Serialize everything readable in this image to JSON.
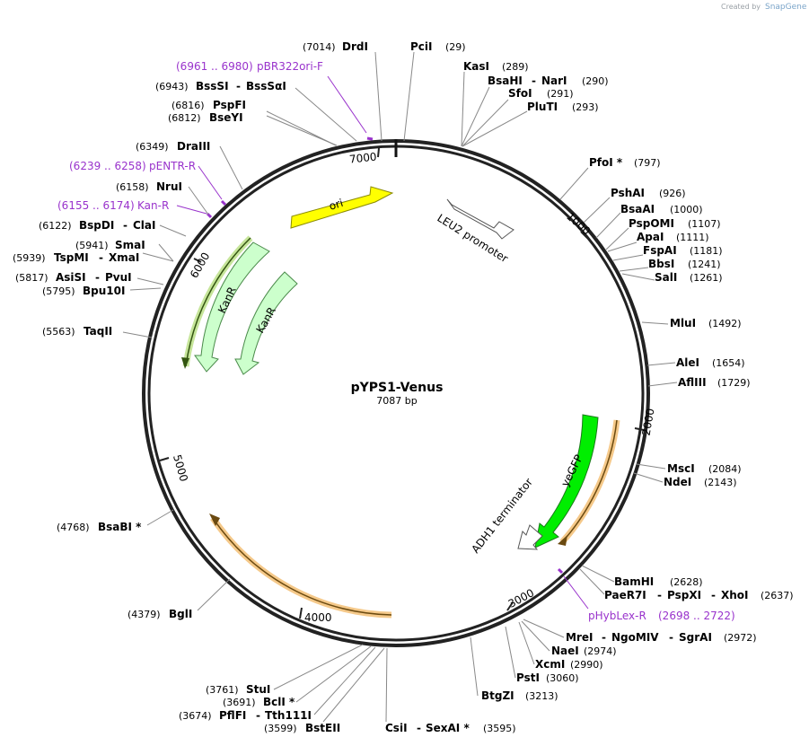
{
  "credit": {
    "prefix": "Created by",
    "brand": "SnapGene"
  },
  "plasmid": {
    "name": "pYPS1-Venus",
    "size_label": "7087 bp",
    "length": 7087
  },
  "tick_labels": [
    "1000",
    "2000",
    "3000",
    "4000",
    "5000",
    "6000",
    "7000"
  ],
  "enzymes": [
    {
      "name": "DrdI",
      "pos": "(7014)",
      "site": 7014
    },
    {
      "name": "PciI",
      "pos": "(29)",
      "site": 29
    },
    {
      "name": "KasI",
      "pos": "(289)",
      "site": 289
    },
    {
      "name": "BsaHI",
      "name2": "NarI",
      "pos": "(290)",
      "site": 290
    },
    {
      "name": "SfoI",
      "pos": "(291)",
      "site": 291
    },
    {
      "name": "PluTI",
      "pos": "(293)",
      "site": 293
    },
    {
      "name": "PfoI *",
      "pos": "(797)",
      "site": 797
    },
    {
      "name": "PshAI",
      "pos": "(926)",
      "site": 926
    },
    {
      "name": "BsaAI",
      "pos": "(1000)",
      "site": 1000
    },
    {
      "name": "PspOMI",
      "pos": "(1107)",
      "site": 1107
    },
    {
      "name": "ApaI",
      "pos": "(1111)",
      "site": 1111
    },
    {
      "name": "FspAI",
      "pos": "(1181)",
      "site": 1181
    },
    {
      "name": "BbsI",
      "pos": "(1241)",
      "site": 1241
    },
    {
      "name": "SalI",
      "pos": "(1261)",
      "site": 1261
    },
    {
      "name": "MluI",
      "pos": "(1492)",
      "site": 1492
    },
    {
      "name": "AleI",
      "pos": "(1654)",
      "site": 1654
    },
    {
      "name": "AflIII",
      "pos": "(1729)",
      "site": 1729
    },
    {
      "name": "MscI",
      "pos": "(2084)",
      "site": 2084
    },
    {
      "name": "NdeI",
      "pos": "(2143)",
      "site": 2143
    },
    {
      "name": "BamHI",
      "pos": "(2628)",
      "site": 2628
    },
    {
      "name": "PaeR7I",
      "name2": "PspXI",
      "name3": "XhoI",
      "pos": "(2637)",
      "site": 2637
    },
    {
      "name": "MreI",
      "name2": "NgoMIV",
      "name3": "SgrAI",
      "pos": "(2972)",
      "site": 2972
    },
    {
      "name": "NaeI",
      "pos": "(2974)",
      "site": 2974
    },
    {
      "name": "XcmI",
      "pos": "(2990)",
      "site": 2990
    },
    {
      "name": "PstI",
      "pos": "(3060)",
      "site": 3060
    },
    {
      "name": "BtgZI",
      "pos": "(3213)",
      "site": 3213
    },
    {
      "name": "CsiI",
      "name2": "SexAI *",
      "pos": "(3595)",
      "site": 3595
    },
    {
      "name": "BstEII",
      "pos": "(3599)",
      "site": 3599
    },
    {
      "name": "PflFI",
      "name2": "Tth111I",
      "pos": "(3674)",
      "site": 3674
    },
    {
      "name": "BclI *",
      "pos": "(3691)",
      "site": 3691
    },
    {
      "name": "StuI",
      "pos": "(3761)",
      "site": 3761
    },
    {
      "name": "BglI",
      "pos": "(4379)",
      "site": 4379
    },
    {
      "name": "BsaBI *",
      "pos": "(4768)",
      "site": 4768
    },
    {
      "name": "TaqII",
      "pos": "(5563)",
      "site": 5563
    },
    {
      "name": "Bpu10I",
      "pos": "(5795)",
      "site": 5795
    },
    {
      "name": "AsiSI",
      "name2": "PvuI",
      "pos": "(5817)",
      "site": 5817
    },
    {
      "name": "TspMI",
      "name2": "XmaI",
      "pos": "(5939)",
      "site": 5939
    },
    {
      "name": "SmaI",
      "pos": "(5941)",
      "site": 5941
    },
    {
      "name": "BspDI",
      "name2": "ClaI",
      "pos": "(6122)",
      "site": 6122
    },
    {
      "name": "NruI",
      "pos": "(6158)",
      "site": 6158
    },
    {
      "name": "DraIII",
      "pos": "(6349)",
      "site": 6349
    },
    {
      "name": "BseYI",
      "pos": "(6812)",
      "site": 6812
    },
    {
      "name": "PspFI",
      "pos": "(6816)",
      "site": 6816
    },
    {
      "name": "BssSI",
      "name2": "BssSαI",
      "pos": "(6943)",
      "site": 6943
    }
  ],
  "primers": [
    {
      "name": "pBR322ori-F",
      "range": "(6961 .. 6980)",
      "start": 6961,
      "end": 6980
    },
    {
      "name": "pENTR-R",
      "range": "(6239 .. 6258)",
      "start": 6239,
      "end": 6258
    },
    {
      "name": "Kan-R",
      "range": "(6155 .. 6174)",
      "start": 6155,
      "end": 6174
    },
    {
      "name": "pHybLex-R",
      "range": "(2698 .. 2722)",
      "start": 2698,
      "end": 2722
    }
  ],
  "features": [
    {
      "name": "ori",
      "color": "#ffff00",
      "type": "origin"
    },
    {
      "name": "LEU2 promoter",
      "color": "#ffffff",
      "type": "promoter"
    },
    {
      "name": "yeGFP",
      "color": "#00ee00",
      "type": "cds"
    },
    {
      "name": "ADH1 terminator",
      "color": "#ffffff",
      "type": "terminator"
    },
    {
      "name": "KanR",
      "color": "#ccffcc",
      "type": "cds"
    },
    {
      "name": "KanR",
      "color": "#ccffcc",
      "type": "cds"
    }
  ],
  "colors": {
    "backbone": "#000000",
    "primer": "#9933cc",
    "orf_highlight": "#f5c98a"
  }
}
